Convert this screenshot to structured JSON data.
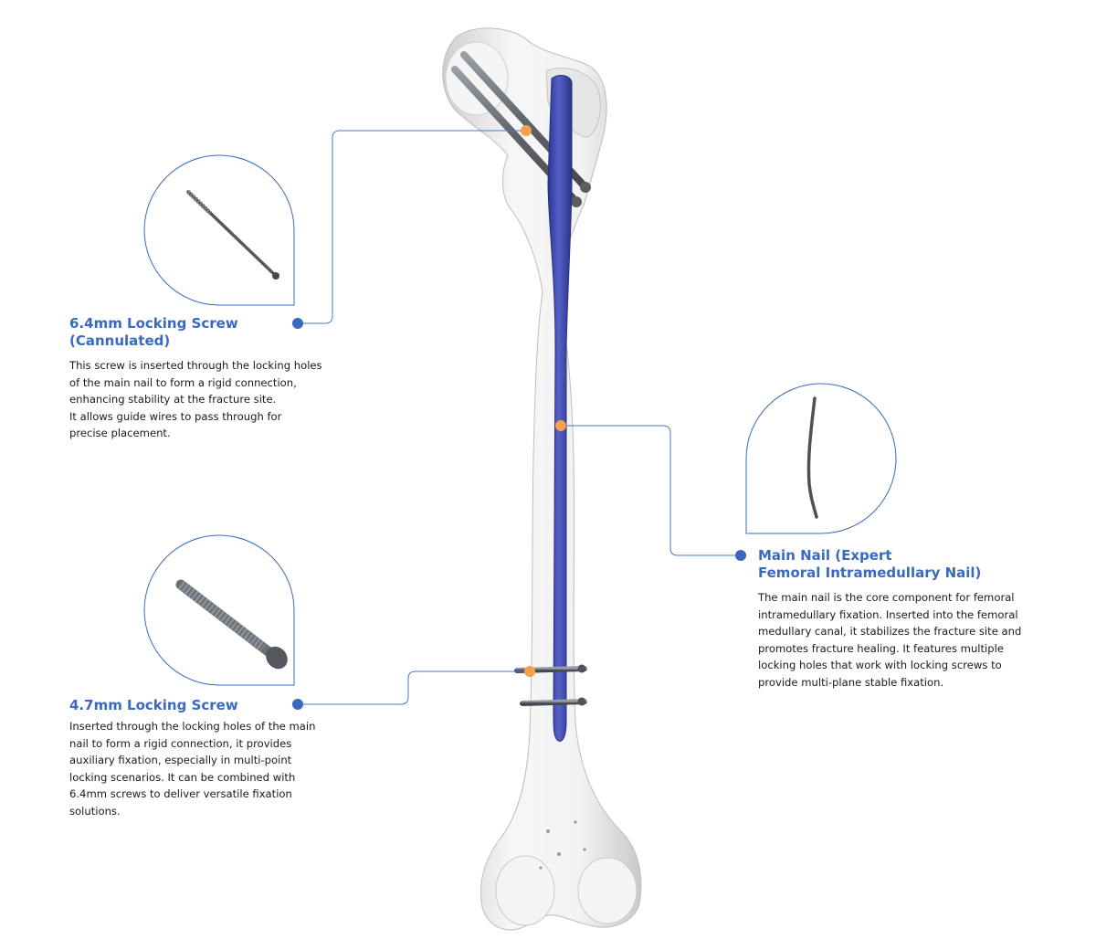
{
  "callouts": {
    "screw64": {
      "title_lines": [
        "6.4mm Locking Screw",
        "(Cannulated)"
      ],
      "desc_lines": [
        "This screw is inserted through the locking holes",
        "of the main nail to form a rigid connection,",
        "enhancing stability at the fracture site.",
        "It allows guide wires to pass through for",
        "precise placement."
      ]
    },
    "screw47": {
      "title_lines": [
        "4.7mm Locking Screw"
      ],
      "desc_lines": [
        "Inserted through the locking holes of the main",
        "nail to form a rigid connection, it provides",
        "auxiliary fixation, especially in multi-point",
        "locking scenarios. It can be combined with",
        "6.4mm screws to deliver versatile fixation",
        "solutions."
      ]
    },
    "nail": {
      "title_lines": [
        "Main Nail (Expert",
        "Femoral Intramedullary Nail)"
      ],
      "desc_lines": [
        "The main nail is the core component for femoral",
        "intramedullary fixation. Inserted into the femoral",
        "medullary canal, it stabilizes the fracture site and",
        "promotes fracture healing. It features multiple",
        "locking holes that work with locking screws to",
        "provide multi-plane stable fixation."
      ]
    }
  },
  "colors": {
    "accent_blue": "#3a6ac0",
    "leader_line": "#4a78c8",
    "marker_orange": "#f5a04a",
    "nail_blue": "#3d45a8",
    "bone": "#efefef",
    "implant_gray": "#6e7279"
  }
}
